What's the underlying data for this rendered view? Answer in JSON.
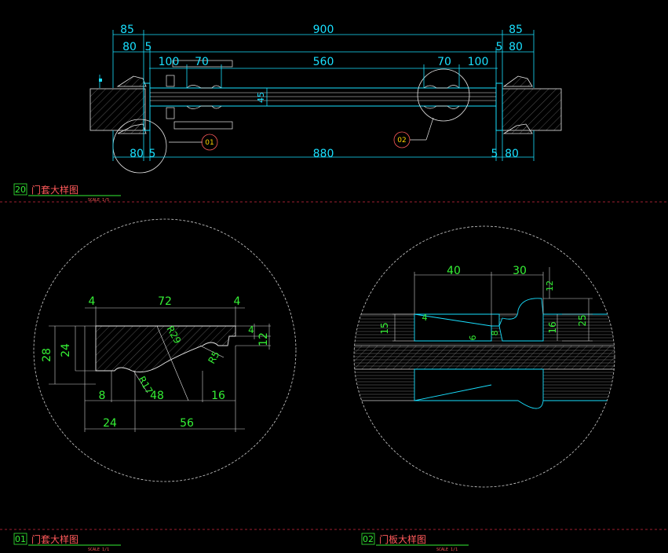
{
  "top_section": {
    "dims_top": {
      "outer_left": "85",
      "inner_left_80": "80",
      "inner_left_5": "5",
      "total": "900",
      "outer_right": "85",
      "inner_right_5": "5",
      "inner_right_80": "80"
    },
    "dims_mid": {
      "a": "100",
      "b": "70",
      "c": "560",
      "d": "70",
      "e": "100"
    },
    "dims_bottom": {
      "l80": "80",
      "l5": "5",
      "total": "880",
      "r5": "5",
      "r80": "80"
    },
    "small_dim": "45",
    "callouts": [
      "01",
      "02"
    ]
  },
  "title_blocks": [
    {
      "num": "20",
      "title": "门套大样图",
      "scale": "SCALE 1/5"
    },
    {
      "num": "01",
      "title": "门套大样图",
      "scale": "SCALE 1/1"
    },
    {
      "num": "02",
      "title": "门板大样图",
      "scale": "SCALE 1/1"
    }
  ],
  "detail_01": {
    "dims": {
      "top_left": "4",
      "top_mid": "72",
      "top_right": "4",
      "left_outer": "28",
      "left_inner": "24",
      "right_a": "4",
      "right_b": "12",
      "bot_a": "8",
      "bot_b": "48",
      "bot_c": "16",
      "base_a": "24",
      "base_b": "56"
    },
    "radii": {
      "r29": "R29",
      "r5": "R5",
      "r17": "R17"
    }
  },
  "detail_02": {
    "dims": {
      "top_a": "40",
      "top_b": "30",
      "left_15": "15",
      "mid_4": "4",
      "mid_6": "6",
      "mid_8": "8",
      "right_12": "12",
      "right_16": "16",
      "right_25": "25"
    }
  },
  "colors": {
    "background": "#000000",
    "dimension_cyan": "#19e0ff",
    "dimension_green": "#35f035",
    "title_red": "#ff5a5a",
    "outline_white": "#e8e8e8",
    "hatch_grey": "#8a8a8a",
    "callout_yellow": "#ffd400"
  }
}
